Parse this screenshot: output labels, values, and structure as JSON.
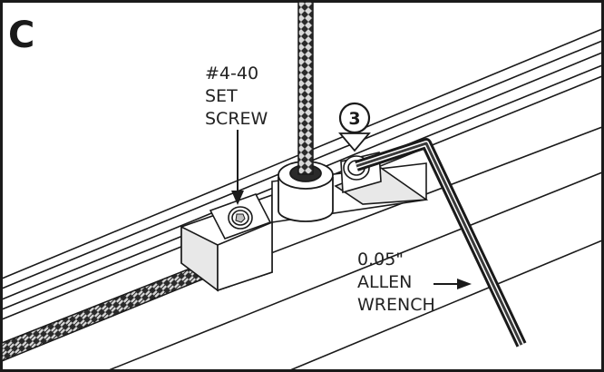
{
  "panel_letter": "C",
  "step_number": "3",
  "labels": {
    "set_screw": [
      "#4-40",
      "SET",
      "SCREW"
    ],
    "allen_wrench": [
      "0.05\"",
      "ALLEN",
      "WRENCH"
    ]
  },
  "colors": {
    "stroke": "#1a1a1a",
    "rail_fill": "#ffffff",
    "shade": "#e8e8e8",
    "cable_dark": "#2a2a2a",
    "cable_light": "#d8d8d8"
  }
}
